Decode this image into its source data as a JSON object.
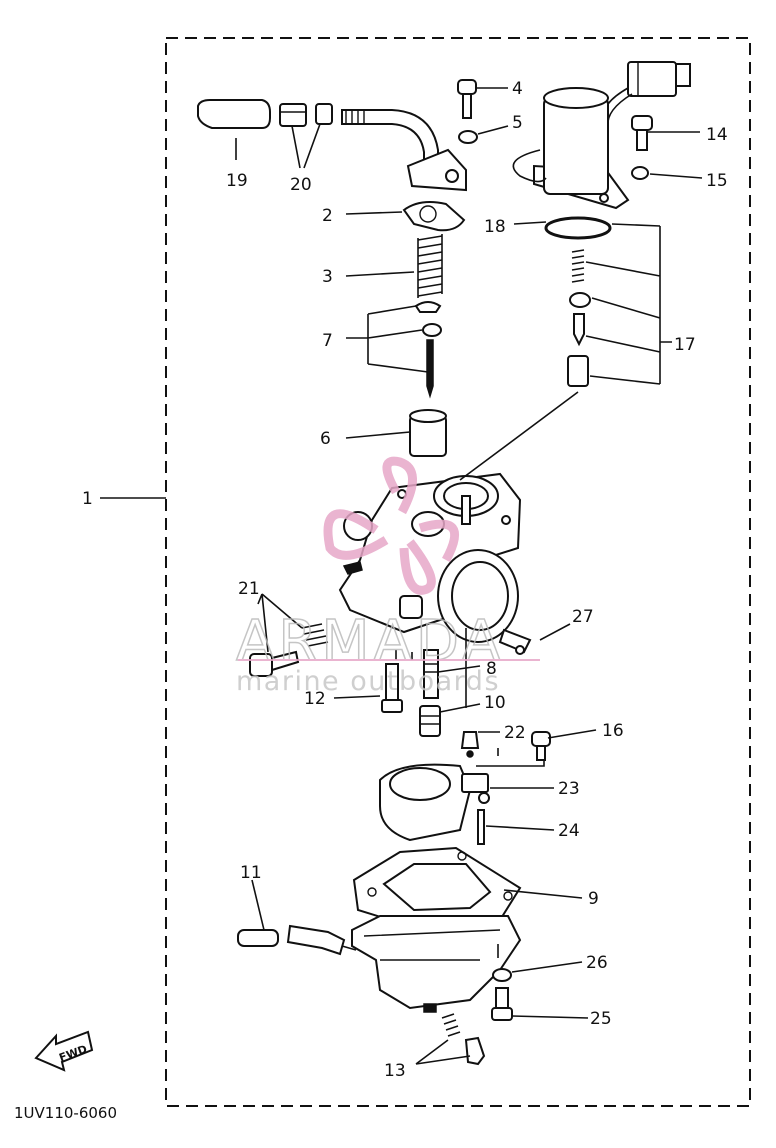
{
  "callouts": {
    "c1": "1",
    "c2": "2",
    "c3": "3",
    "c4": "4",
    "c5": "5",
    "c6": "6",
    "c7": "7",
    "c8": "8",
    "c9": "9",
    "c10": "10",
    "c11": "11",
    "c12": "12",
    "c13": "13",
    "c14": "14",
    "c15": "15",
    "c16": "16",
    "c17": "17",
    "c18": "18",
    "c19": "19",
    "c20": "20",
    "c21": "21",
    "c22": "22",
    "c23": "23",
    "c24": "24",
    "c25": "25",
    "c26": "26",
    "c27": "27"
  },
  "fwd_label": "FWD",
  "diagram_code": "1UV110-6060",
  "watermark": {
    "brand": "ARMADA",
    "tagline": "marine outboards",
    "color": "#e7a7c8"
  }
}
